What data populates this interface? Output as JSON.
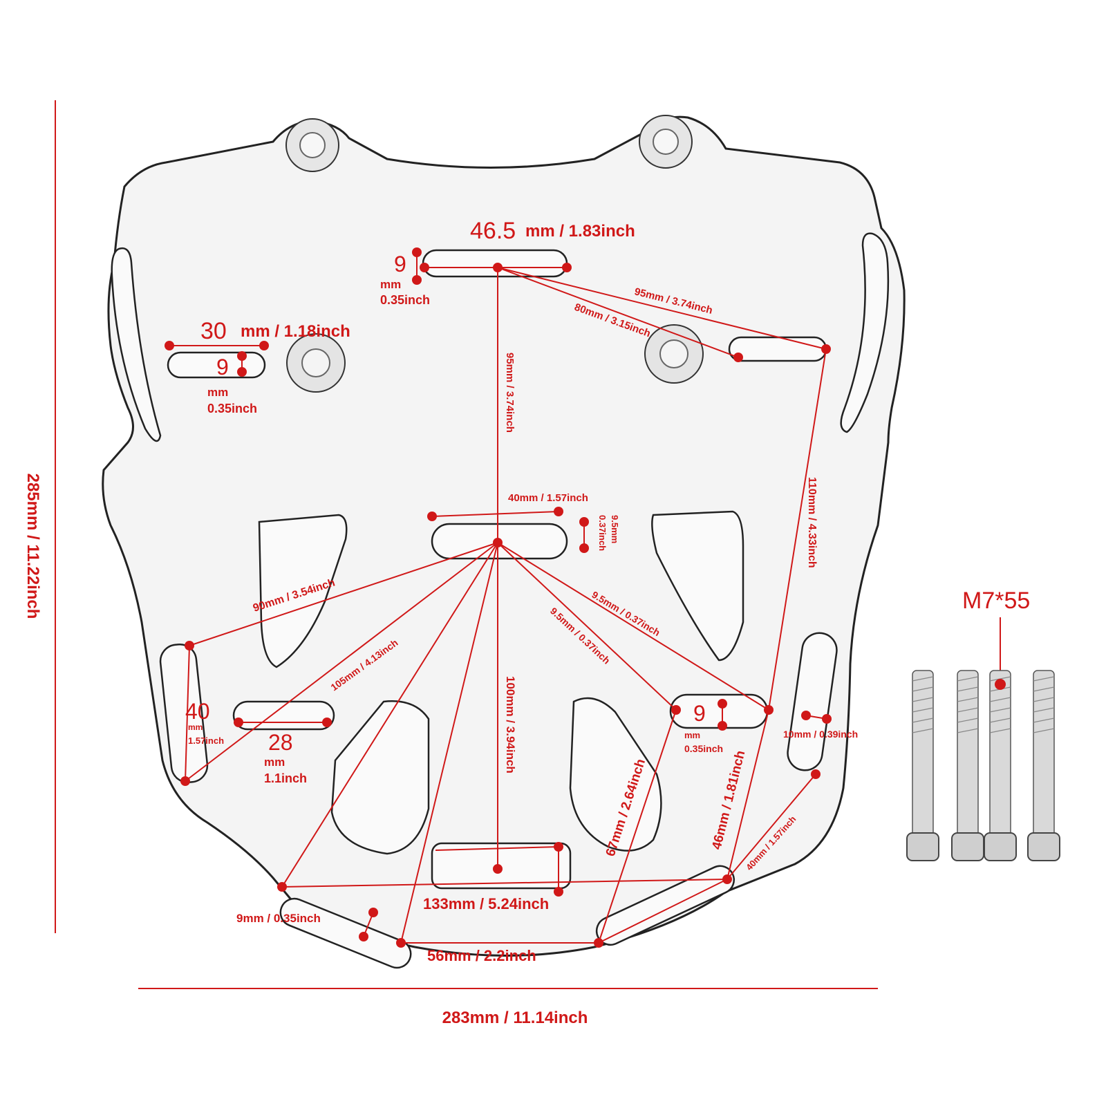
{
  "overall": {
    "height": "285mm / 11.22inch",
    "width": "283mm / 11.14inch"
  },
  "bolts": {
    "label": "M7*55",
    "count": 4
  },
  "dimensions": {
    "top_slot_length_value": "46.5",
    "top_slot_length_unit": "mm / 1.83inch",
    "top_slot_width_value": "9",
    "top_slot_width_unit_mm": "mm",
    "top_slot_width_unit_in": "0.35inch",
    "left_slot_length_value": "30",
    "left_slot_length_unit": "mm / 1.18inch",
    "left_slot_width_value": "9",
    "left_slot_width_unit_mm": "mm",
    "left_slot_width_unit_in": "0.35inch",
    "top_to_right_95": "95mm / 3.74inch",
    "top_to_right_80": "80mm / 3.15inch",
    "top_to_center_95": "95mm / 3.74inch",
    "center_slot_length": "40mm / 1.57inch",
    "center_slot_width_value": "9.5mm",
    "center_slot_width_unit": "0.37inch",
    "right_vertical_110": "110mm / 4.33inch",
    "center_to_left_90": "90mm / 3.54inch",
    "center_to_left_105": "105mm / 4.13inch",
    "center_to_right_a": "9.5mm / 0.37inch",
    "center_to_right_b": "9.5mm / 0.37inch",
    "center_to_bottom_100": "100mm / 3.94inch",
    "left_vertical_value": "40",
    "left_vertical_unit_mm": "mm",
    "left_vertical_unit_in": "1.57inch",
    "small_left_slot_value": "28",
    "small_left_slot_unit_mm": "mm",
    "small_left_slot_unit_in": "1.1inch",
    "right_small_slot_value": "9",
    "right_small_slot_unit_mm": "mm",
    "right_small_slot_unit_in": "0.35inch",
    "right_side_10": "10mm / 0.39inch",
    "diag_67": "67mm / 2.64inch",
    "diag_46": "46mm / 1.81inch",
    "right_diag_40": "40mm / 1.57inch",
    "bottom_133": "133mm / 5.24inch",
    "bottom_left_slot_width": "9mm / 0.35inch",
    "bottom_56": "56mm / 2.2inch"
  }
}
